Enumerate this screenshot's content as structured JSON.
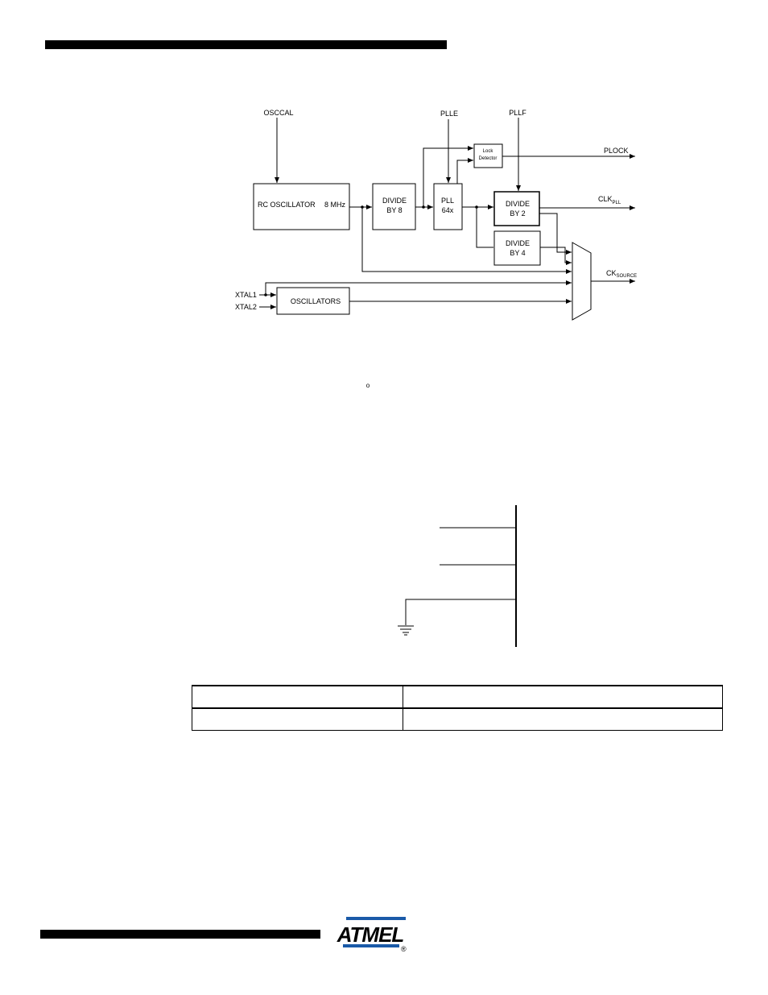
{
  "header": {
    "bar_color": "#000000"
  },
  "diagram": {
    "signals": {
      "osccal": "OSCCAL",
      "plle": "PLLE",
      "pllf": "PLLF",
      "plock": "PLOCK",
      "clk_pll_main": "CLK",
      "clk_pll_sub": "PLL",
      "cksource_main": "CK",
      "cksource_sub": "SOURCE",
      "xtal1": "XTAL1",
      "xtal2": "XTAL2"
    },
    "blocks": {
      "rc_oscillator": "RC OSCILLATOR",
      "rc_freq": "8 MHz",
      "divide8_l1": "DIVIDE",
      "divide8_l2": "BY 8",
      "pll_l1": "PLL",
      "pll_l2": "64x",
      "lock_l1": "Lock",
      "lock_l2": "Detector",
      "divide2_l1": "DIVIDE",
      "divide2_l2": "BY 2",
      "divide4_l1": "DIVIDE",
      "divide4_l2": "BY 4",
      "oscillators": "OSCILLATORS"
    },
    "degree_symbol": "o"
  },
  "footer": {
    "logo_text": "ATMEL",
    "registered": "®",
    "logo_color": "#1a5aa8"
  }
}
